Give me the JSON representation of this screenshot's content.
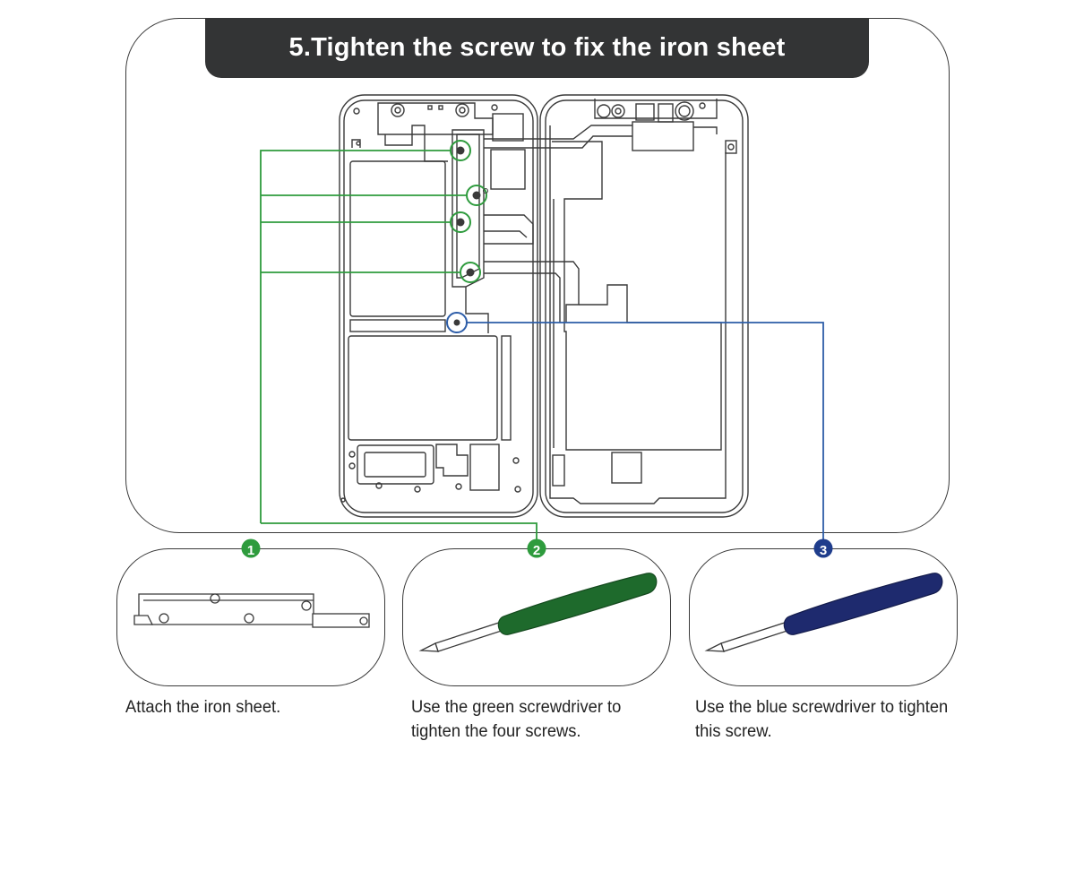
{
  "title": "5.Tighten the screw to fix the iron sheet",
  "colors": {
    "green": "#2e9b3d",
    "blue": "#2d5da8",
    "dark_blue": "#1f3d8c",
    "outline": "#3a3a3a",
    "title_bg": "#333435"
  },
  "steps": [
    {
      "number": "1",
      "caption_line1": "Attach the iron sheet.",
      "caption_line2": ""
    },
    {
      "number": "2",
      "caption_line1": "Use the green screwdriver to",
      "caption_line2": "tighten the four screws."
    },
    {
      "number": "3",
      "caption_line1": "Use the blue screwdriver to tighten",
      "caption_line2": "this screw."
    }
  ],
  "icons": [
    "phone-board-diagram",
    "screw-marker-icon",
    "iron-sheet-icon",
    "green-screwdriver-icon",
    "blue-screwdriver-icon"
  ]
}
